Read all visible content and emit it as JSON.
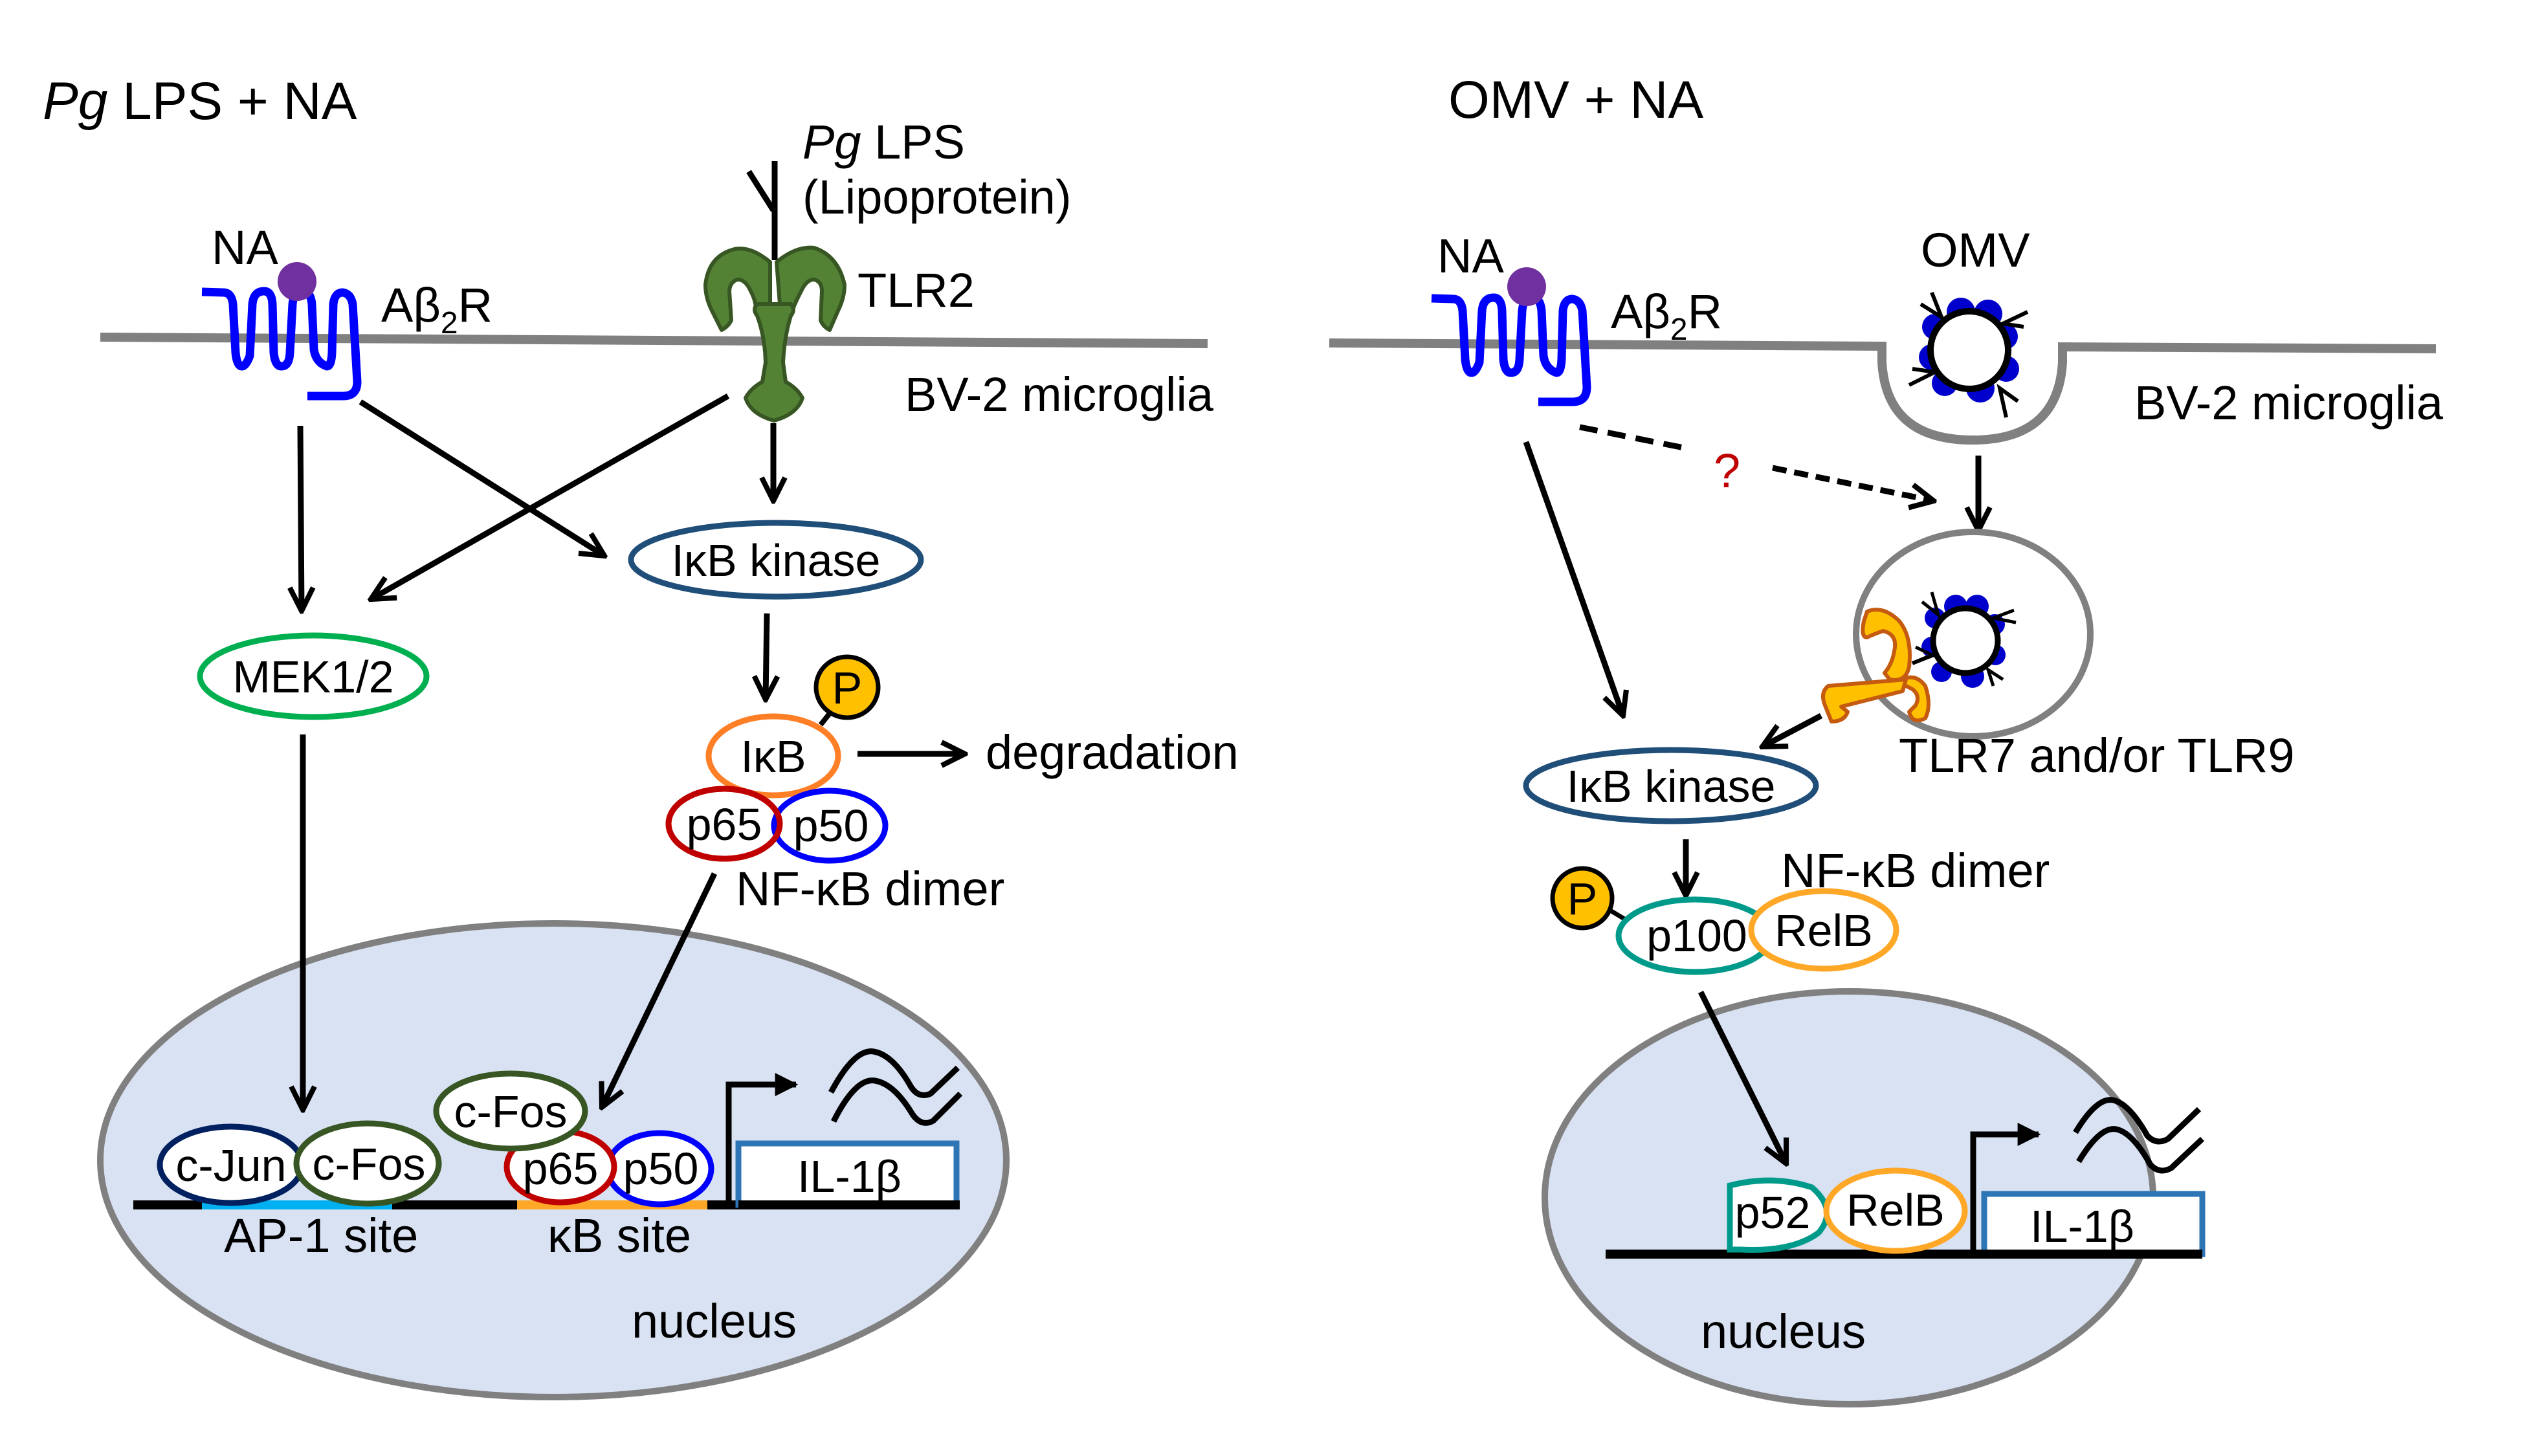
{
  "figure": {
    "left_panel": {
      "title_italic": "Pg",
      "title_rest": " LPS + NA",
      "na_label": "NA",
      "receptor_label_a": "Aβ",
      "receptor_label_sub": "2",
      "receptor_label_r": "R",
      "ligand_label_italic": "Pg",
      "ligand_label_rest": " LPS",
      "ligand_sublabel": "(Lipoprotein)",
      "tlr_label": "TLR2",
      "cell_label": "BV-2 microglia",
      "ikk_label": "IκB kinase",
      "mek_label": "MEK1/2",
      "phospho_label": "P",
      "ikb_label": "IκB",
      "degradation_label": "degradation",
      "p65_label": "p65",
      "p50_label": "p50",
      "dimer_label": "NF-κB dimer",
      "cjun_label": "c-Jun",
      "cfos_label": "c-Fos",
      "cfos2_label": "c-Fos",
      "p65_nuc_label": "p65",
      "p50_nuc_label": "p50",
      "gene_label": "IL-1β",
      "ap1_site_label": "AP-1 site",
      "kb_site_label": "κB site",
      "nucleus_label": "nucleus"
    },
    "right_panel": {
      "title": "OMV + NA",
      "na_label": "NA",
      "receptor_label_a": "Aβ",
      "receptor_label_sub": "2",
      "receptor_label_r": "R",
      "omv_label": "OMV",
      "cell_label": "BV-2 microglia",
      "unknown_label": "?",
      "tlr_label": "TLR7 and/or TLR9",
      "ikk_label": "IκB kinase",
      "dimer_label": "NF-κB dimer",
      "phospho_label": "P",
      "p100_label": "p100",
      "relb_label": "RelB",
      "p52_label": "p52",
      "relb_nuc_label": "RelB",
      "gene_label": "IL-1β",
      "nucleus_label": "nucleus"
    },
    "colors": {
      "membrane": "#808080",
      "receptor": "#0000FF",
      "noradrenaline": "#7030A0",
      "tlr2_fill": "#548235",
      "tlr2_stroke": "#375623",
      "tlr7_fill": "#FFC000",
      "tlr7_stroke": "#C55A11",
      "ikk": "#1F4E79",
      "mek": "#00B050",
      "ikb": "#FF7F27",
      "p65": "#C00000",
      "p50": "#0000FF",
      "phospho": "#FFC000",
      "cjun": "#002060",
      "cfos": "#375623",
      "nucleus_fill": "#D9E2F3",
      "ap1_site": "#00B0F0",
      "kb_site": "#FFA726",
      "gene_box": "#2E75B6",
      "p100": "#009A8A",
      "relb": "#FFA726",
      "question": "#C00000",
      "omv_dots": "#0000CC"
    }
  }
}
